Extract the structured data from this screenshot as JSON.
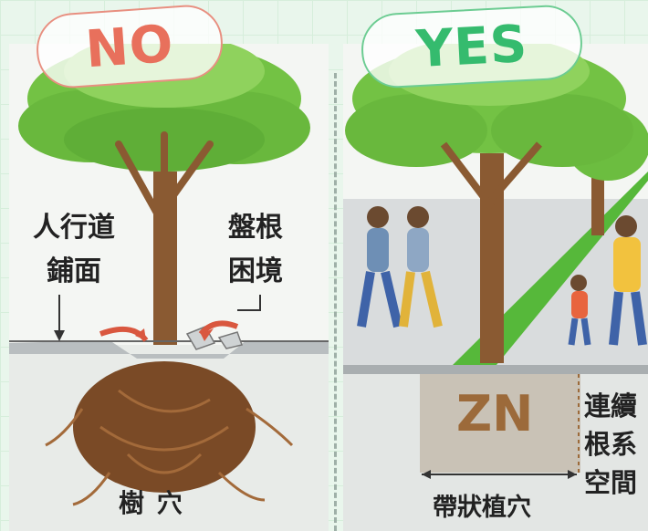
{
  "left_panel": {
    "badge": "NO",
    "label_sidewalk_line1": "人行道",
    "label_sidewalk_line2": "鋪面",
    "label_root_line1": "盤根",
    "label_root_line2": "困境",
    "label_tree_pit": "樹 穴"
  },
  "right_panel": {
    "badge": "YES",
    "zone_code": "ZN",
    "label_strip_pit": "帶狀植穴",
    "label_continuous_line1": "連續",
    "label_continuous_line2": "根系",
    "label_continuous_line3": "空間"
  },
  "colors": {
    "no_accent": "#e8705c",
    "yes_accent": "#35bb6e",
    "foliage": "#6fbf3f",
    "trunk": "#8a5a32",
    "zone_text": "#9c6a3a"
  }
}
